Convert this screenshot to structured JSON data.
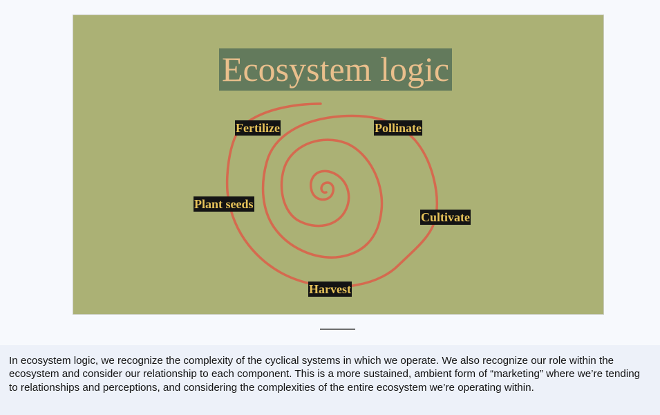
{
  "slide": {
    "title": "Ecosystem logic",
    "labels": {
      "fertilize": "Fertilize",
      "pollinate": "Pollinate",
      "plant_seeds": "Plant seeds",
      "cultivate": "Cultivate",
      "harvest": "Harvest"
    }
  },
  "notes": {
    "text": "In ecosystem logic, we recognize the complexity of the cyclical systems in which we operate. We also recognize our role within the ecosystem and consider our relationship to each component. This is a more sustained, ambient form of “marketing” where we’re tending to relationships and perceptions, and considering the complexities of the entire ecosystem we’re operating within."
  },
  "colors": {
    "slide_background": "#abb175",
    "title_background": "#637a5c",
    "title_text": "#e9bf8c",
    "label_background": "#141414",
    "label_text": "#e6c25a",
    "spiral_stroke": "#d56a4f"
  }
}
